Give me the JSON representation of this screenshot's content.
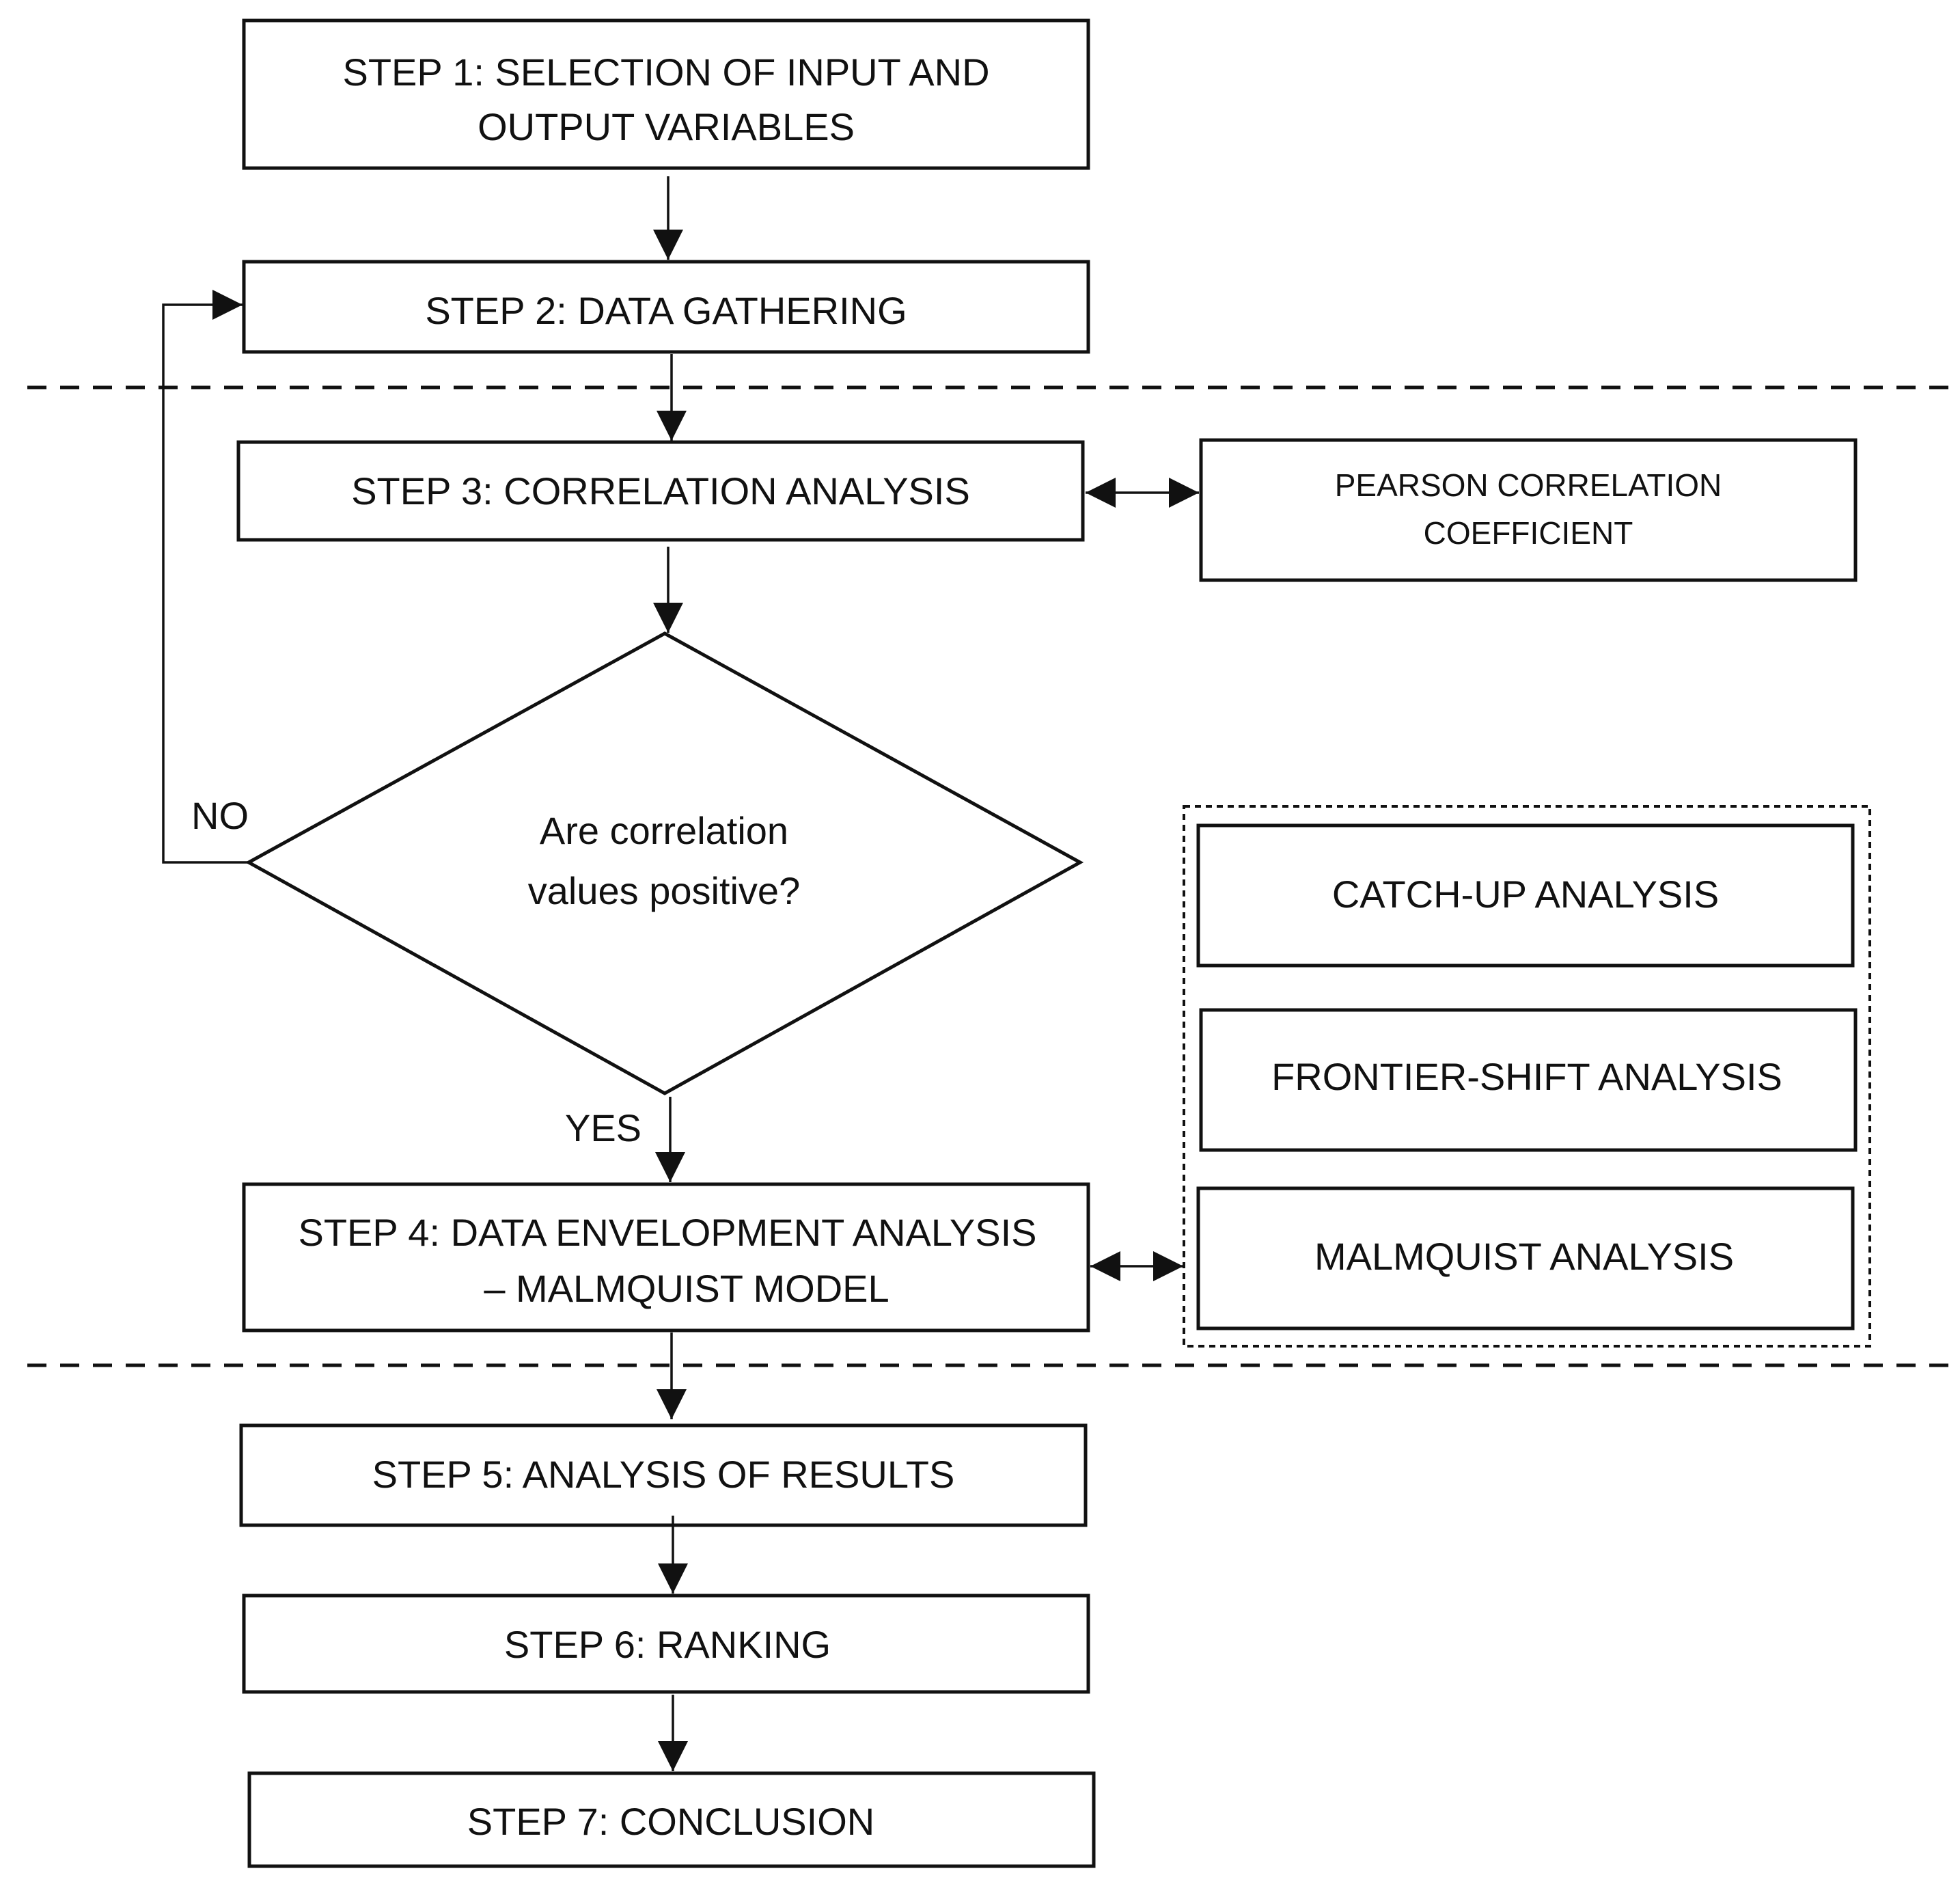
{
  "steps": {
    "step1_line1": "STEP 1: SELECTION OF INPUT AND",
    "step1_line2": "OUTPUT VARIABLES",
    "step2": "STEP 2: DATA GATHERING",
    "step3": "STEP 3: CORRELATION ANALYSIS",
    "step4_line1": "STEP 4: DATA ENVELOPMENT ANALYSIS",
    "step4_line2": "– MALMQUIST MODEL",
    "step5": "STEP 5: ANALYSIS OF RESULTS",
    "step6": "STEP 6: RANKING",
    "step7": "STEP 7: CONCLUSION"
  },
  "side_boxes": {
    "pearson_line1": "PEARSON CORRELATION",
    "pearson_line2": "COEFFICIENT",
    "catch_up": "CATCH-UP ANALYSIS",
    "frontier_shift": "FRONTIER-SHIFT ANALYSIS",
    "malmquist": "MALMQUIST ANALYSIS"
  },
  "decision": {
    "line1": "Are correlation",
    "line2": "values positive?",
    "no_label": "NO",
    "yes_label": "YES"
  }
}
